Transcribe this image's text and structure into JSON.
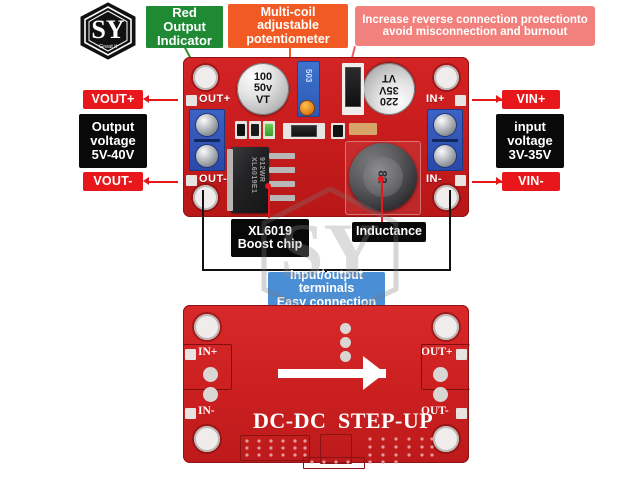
{
  "brand": {
    "logo_name": "SY",
    "logo_tagline": "Great it",
    "watermark_name": "SY",
    "watermark_tagline": "Great it"
  },
  "callouts": {
    "red_output_indicator": "Red Output\nIndicator",
    "red_output_indicator_line1": "Red Output",
    "red_output_indicator_line2": "Indicator",
    "potentiometer_line1": "Multi-coil adjustable",
    "potentiometer_line2": "potentiometer",
    "reverse_protection_line1": "Increase reverse connection protectionto",
    "reverse_protection_line2": "avoid misconnection and burnout",
    "vout_plus": "VOUT+",
    "vout_minus": "VOUT-",
    "vin_plus": "VIN+",
    "vin_minus": "VIN-",
    "output_voltage_line1": "Output",
    "output_voltage_line2": "voltage",
    "output_voltage_line3": "5V-40V",
    "input_voltage_line1": "input",
    "input_voltage_line2": "voltage",
    "input_voltage_line3": "3V-35V",
    "boost_chip_line1": "XL6019",
    "boost_chip_line2": "Boost chip",
    "inductance": "Inductance",
    "terminals_line1": "Input/output terminals",
    "terminals_line2": "Easy connection"
  },
  "board_front": {
    "silk_out_plus": "OUT+",
    "silk_out_minus": "OUT-",
    "silk_in_plus": "IN+",
    "silk_in_minus": "IN-",
    "cap_left_line1": "100",
    "cap_left_line2": "50v",
    "cap_left_line3": "VT",
    "cap_right_line1": "220",
    "cap_right_line2": "35V",
    "cap_right_line3": "VT",
    "chip_text_line1": "XL6019E1",
    "chip_text_line2": "912WR",
    "pot_code": "503",
    "inductor_code": "82"
  },
  "board_back": {
    "silk_in_plus": "IN+",
    "silk_in_minus": "IN-",
    "silk_out_plus": "OUT+",
    "silk_out_minus": "OUT-",
    "title_left": "DC-DC",
    "title_right": "STEP-UP"
  },
  "colors": {
    "pcb_red": "#cc2021",
    "callout_green": "#1f8a33",
    "callout_orange": "#f15a22",
    "callout_pink": "#f2817e",
    "callout_red": "#e8171b",
    "callout_black": "#090909",
    "callout_blue": "#4a8fd6",
    "terminal_blue": "#2d59b4"
  }
}
